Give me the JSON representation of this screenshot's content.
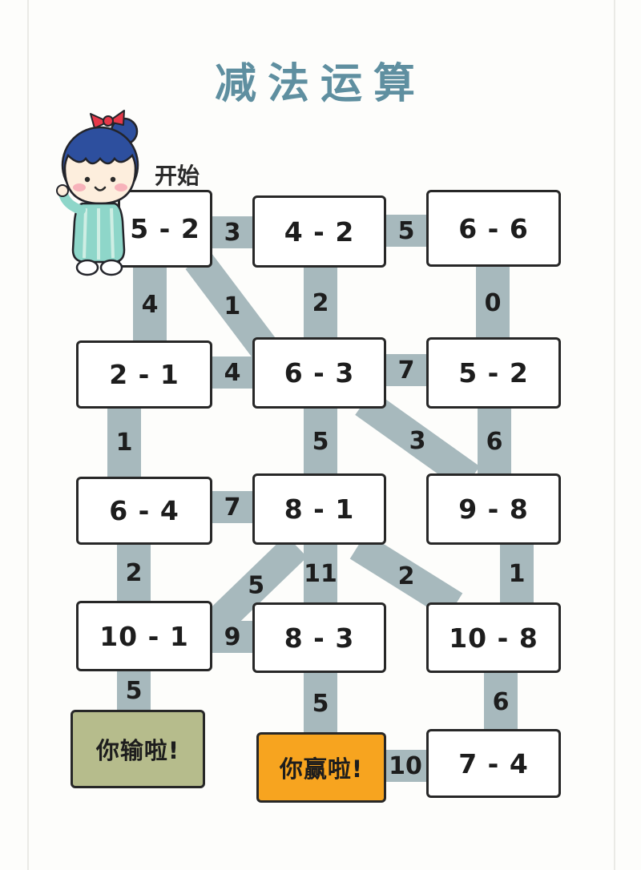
{
  "title": "减法运算",
  "start_label": "开始",
  "boxes": {
    "r1c1": "5 - 2",
    "r1c2": "4 - 2",
    "r1c3": "6 - 6",
    "r2c1": "2 - 1",
    "r2c2": "6 - 3",
    "r2c3": "5 - 2",
    "r3c1": "6 - 4",
    "r3c2": "8 - 1",
    "r3c3": "9 - 8",
    "r4c1": "10 - 1",
    "r4c2": "8 - 3",
    "r4c3": "10 - 8",
    "r5c3": "7 - 4"
  },
  "end_boxes": {
    "lose": "你输啦!",
    "win": "你赢啦!"
  },
  "connectors": {
    "h_r1_ab": "3",
    "h_r1_bc": "5",
    "v_r1_a": "4",
    "d_r1_ab": "1",
    "v_r1_b": "2",
    "v_r1_c": "0",
    "h_r2_ab": "4",
    "h_r2_bc": "7",
    "v_r2_a": "1",
    "v_r2_b": "5",
    "d_r2_bc": "3",
    "v_r2_c": "6",
    "h_r3_ab": "7",
    "v_r3_a": "2",
    "d_r3_ba": "5",
    "v_r3_b": "11",
    "d_r3_bc": "2",
    "v_r3_c": "1",
    "h_r4_ab": "9",
    "v_r4_a": "5",
    "v_r4_b": "5",
    "v_r4_c": "6",
    "h_r5_bc": "10"
  },
  "colors": {
    "title": "#5f8fa0",
    "connector": "#a7b9bd",
    "box_border": "#272727",
    "lose_box": "#b6bc8c",
    "win_box": "#f7a41f"
  }
}
